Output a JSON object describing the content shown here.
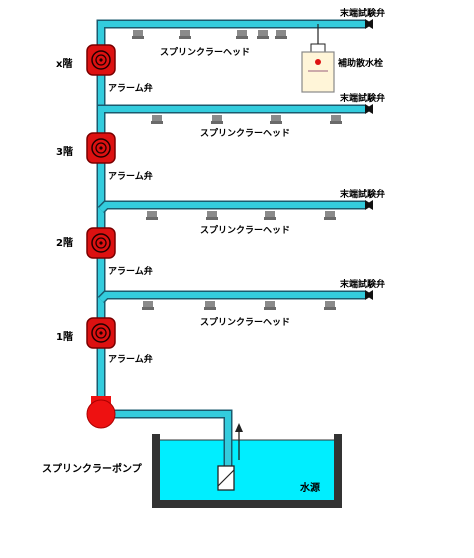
{
  "floors": [
    {
      "id": "x",
      "floor_label": "x階",
      "alarm_valve_label": "アラーム弁",
      "head_label": "スプリンクラーヘッド",
      "end_valve_label": "末端試験弁",
      "head_count": 5
    },
    {
      "id": "3",
      "floor_label": "3階",
      "alarm_valve_label": "アラーム弁",
      "head_label": "スプリンクラーヘッド",
      "end_valve_label": "末端試験弁",
      "head_count": 4
    },
    {
      "id": "2",
      "floor_label": "2階",
      "alarm_valve_label": "アラーム弁",
      "head_label": "スプリンクラーヘッド",
      "end_valve_label": "末端試験弁",
      "head_count": 4
    },
    {
      "id": "1",
      "floor_label": "1階",
      "alarm_valve_label": "アラーム弁",
      "head_label": "スプリンクラーヘッド",
      "end_valve_label": "末端試験弁",
      "head_count": 4
    }
  ],
  "hydrant_label": "補助散水栓",
  "pump_label": "スプリンクラーポンプ",
  "tank_label": "水源",
  "colors": {
    "pipe_fill": "#33ccdd",
    "pipe_stroke": "#1a5a6e",
    "valve_red": "#dd1111",
    "valve_dark": "#7a0000",
    "water": "#00eeff",
    "tank_wall": "#333333",
    "head_gray": "#8a8a8a",
    "hydrant_box": "#fff5d8"
  }
}
